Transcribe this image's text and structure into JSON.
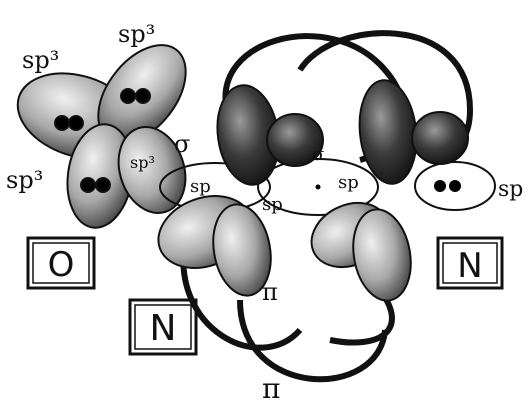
{
  "title": "",
  "hybrid_labels": {
    "o_sp3_top_left": "sp³",
    "o_sp3_top_right": "sp³",
    "o_sp3_left": "sp³",
    "o_sp3_center": "sp³"
  },
  "bond_labels": {
    "sigma_o_n": "σ",
    "sigma_n_n": "σ",
    "pi_upper": "π",
    "pi_lower": "π"
  },
  "sp_labels": {
    "n1_sp_left": "sp",
    "n1_sp_right": "sp",
    "n2_sp_left": "sp",
    "n2_sp_right": "sp"
  },
  "atom_boxes": {
    "oxygen": "O",
    "nitrogen_center": "N",
    "nitrogen_right": "N"
  },
  "colors": {
    "ink": "#111111",
    "lobe_light": "#d6d6d6",
    "lobe_mid": "#8a8a8a",
    "lobe_dark": "#2a2a2a",
    "electron": "#000000",
    "background": "#ffffff"
  }
}
